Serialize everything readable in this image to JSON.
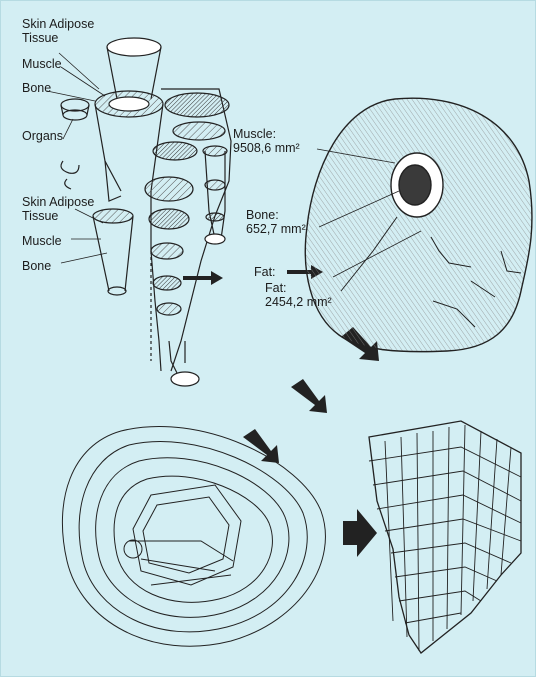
{
  "colors": {
    "background": "#d3eef3",
    "ink": "#1c1c1c",
    "arrow": "#222222"
  },
  "icons": {
    "cone_arrow": "arrow-icon",
    "fat_arrow": "arrow-icon"
  },
  "labels": {
    "upper_adipose": "Skin Adipose",
    "upper_tissue": "Tissue",
    "upper_muscle": "Muscle",
    "upper_bone": "Bone",
    "organs": "Organs",
    "lower_adipose": "Skin Adipose",
    "lower_tissue": "Tissue",
    "lower_muscle": "Muscle",
    "lower_bone": "Bone"
  },
  "cross_section": {
    "muscle_label": "Muscle:",
    "muscle_value": "9508,6 mm²",
    "bone_label": "Bone:",
    "bone_value": "652,7 mm²",
    "fat_label": "Fat:",
    "fat_value": "2454,2 mm²",
    "fat_inline": "Fat:"
  }
}
